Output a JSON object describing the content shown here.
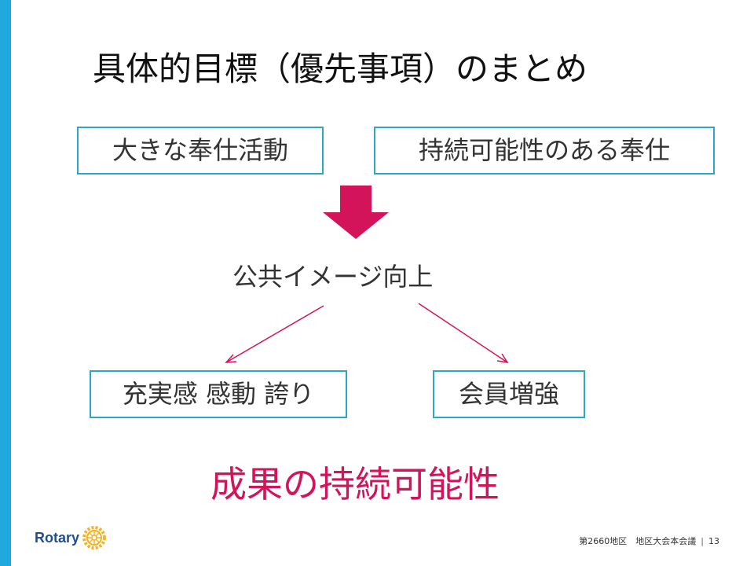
{
  "slide": {
    "title": "具体的目標（優先事項）のまとめ",
    "top_boxes": [
      "大きな奉仕活動",
      "持続可能性のある奉仕"
    ],
    "center": "公共イメージ向上",
    "bottom_boxes": [
      "充実感 感動 誇り",
      "会員増強"
    ],
    "result": "成果の持続可能性"
  },
  "footer": {
    "logo_text": "Rotary",
    "caption": "第2660地区　地区大会本会議",
    "page_number": "13"
  },
  "colors": {
    "accent_bar": "#1fa9df",
    "box_border": "#29a8c9",
    "arrow": "#d4145a",
    "result_text": "#d4145a",
    "logo_blue": "#1d4f91",
    "logo_gold": "#f4b223"
  },
  "icons": [
    "down-arrow-icon",
    "rotary-wheel-icon"
  ]
}
